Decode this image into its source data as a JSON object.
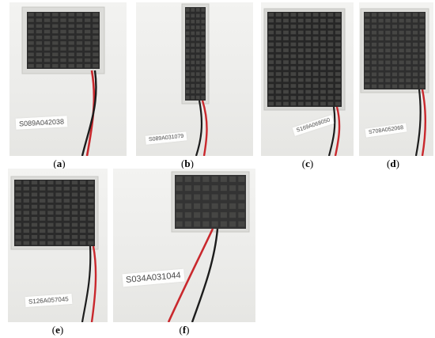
{
  "panels": [
    {
      "id": "a",
      "caption_pre": "(",
      "caption_letter": "a",
      "caption_post": ")",
      "label": "S089A042038"
    },
    {
      "id": "b",
      "caption_pre": "(",
      "caption_letter": "b",
      "caption_post": ")",
      "label": "S089A031079"
    },
    {
      "id": "c",
      "caption_pre": "(",
      "caption_letter": "c",
      "caption_post": ")",
      "label": "S169A068050"
    },
    {
      "id": "d",
      "caption_pre": "(",
      "caption_letter": "d",
      "caption_post": ")",
      "label": "S708A052068"
    },
    {
      "id": "e",
      "caption_pre": "(",
      "caption_letter": "e",
      "caption_post": ")",
      "label": "S126A057045"
    },
    {
      "id": "f",
      "caption_pre": "(",
      "caption_letter": "f",
      "caption_post": ")",
      "label": "S034A031044"
    }
  ],
  "colors": {
    "background": "#ffffff",
    "photo_background": "#eeeeec",
    "module_dark": "#2b2b2b",
    "module_frame": "#d9d9d6",
    "wire_red": "#c9282d",
    "wire_black": "#1c1c1c",
    "label_tag": "#f7f7f7"
  }
}
